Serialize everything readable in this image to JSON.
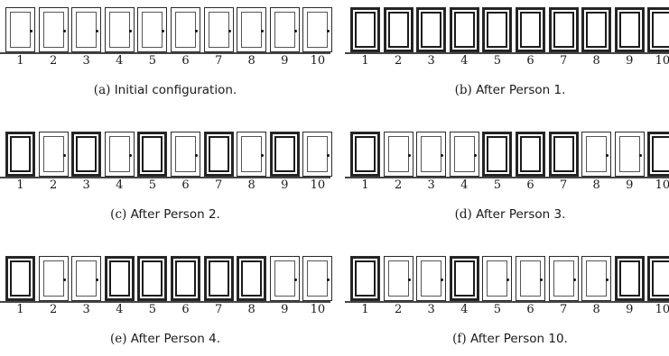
{
  "door_numbers": [
    "1",
    "2",
    "3",
    "4",
    "5",
    "6",
    "7",
    "8",
    "9",
    "10"
  ],
  "panels": [
    {
      "label": "(a)",
      "caption": "Initial configuration.",
      "open": [
        1,
        1,
        1,
        1,
        1,
        1,
        1,
        1,
        1,
        1
      ]
    },
    {
      "label": "(b)",
      "caption": "After Person 1.",
      "open": [
        0,
        0,
        0,
        0,
        0,
        0,
        0,
        0,
        0,
        0
      ]
    },
    {
      "label": "(c)",
      "caption": "After Person 2.",
      "open": [
        0,
        1,
        0,
        1,
        0,
        1,
        0,
        1,
        0,
        1
      ]
    },
    {
      "label": "(d)",
      "caption": "After Person 3.",
      "open": [
        0,
        1,
        1,
        1,
        0,
        0,
        0,
        1,
        1,
        0
      ]
    },
    {
      "label": "(e)",
      "caption": "After Person 4.",
      "open": [
        0,
        1,
        1,
        0,
        0,
        0,
        0,
        0,
        1,
        1
      ]
    },
    {
      "label": "(f)",
      "caption": "After Person 10.",
      "open": [
        0,
        1,
        1,
        0,
        1,
        1,
        1,
        1,
        0,
        0
      ]
    }
  ]
}
